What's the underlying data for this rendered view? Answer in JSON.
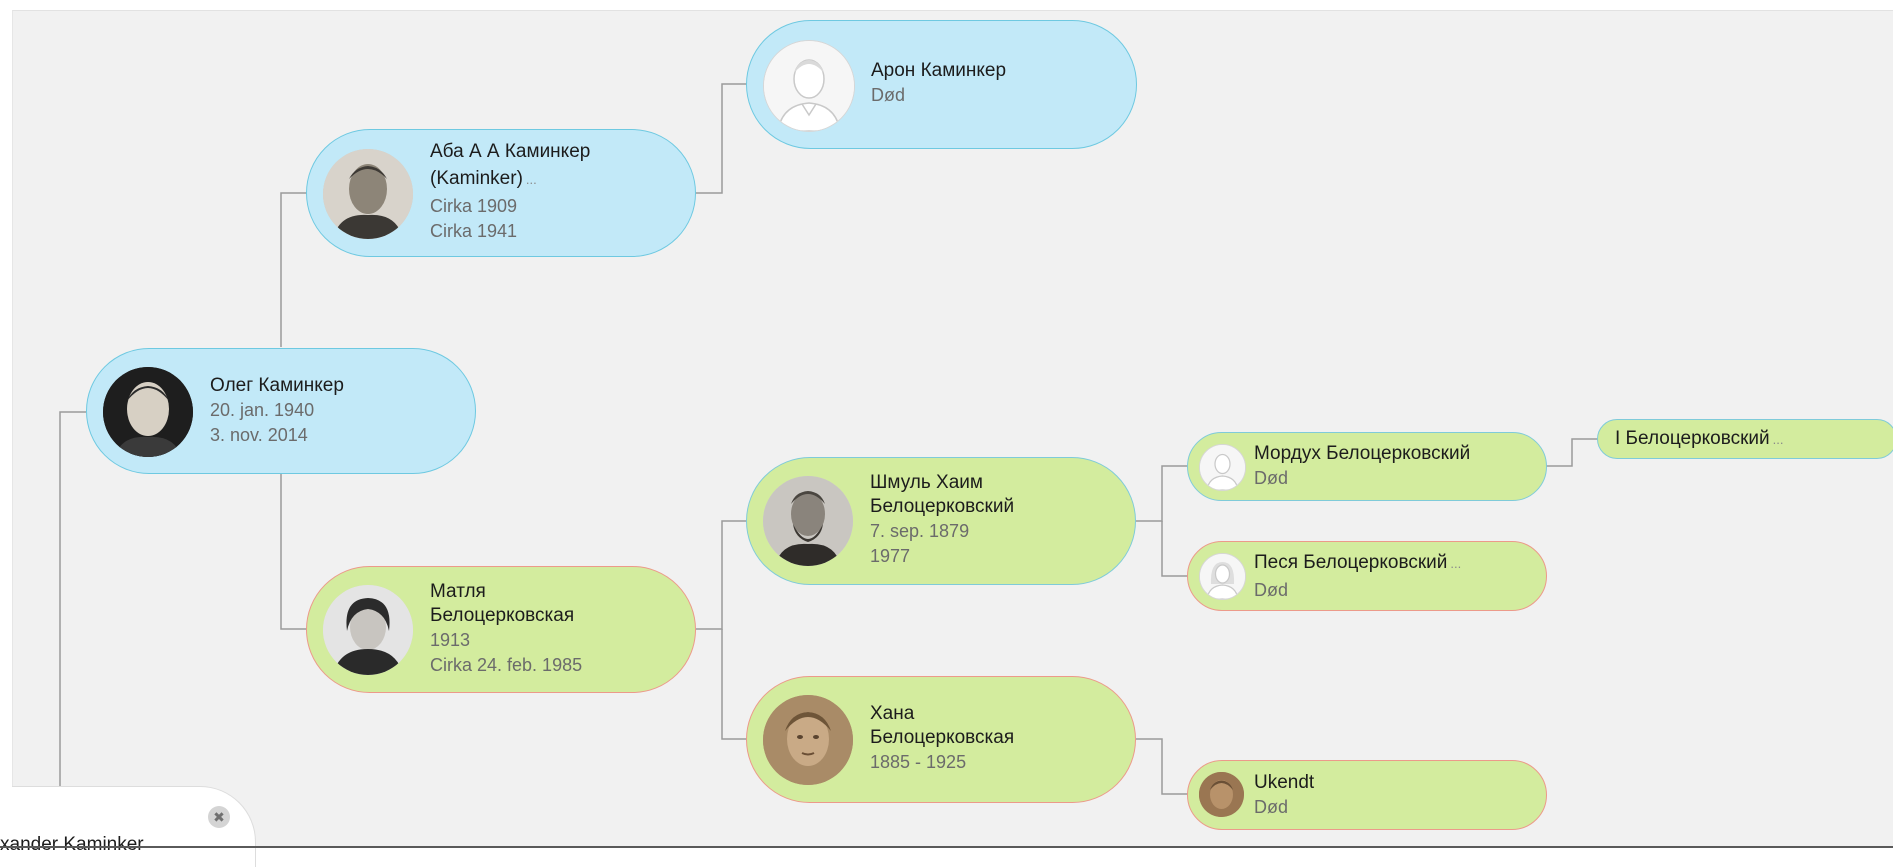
{
  "tree": {
    "people": {
      "oleg": {
        "name": "Олег Каминкер",
        "line1": "20. jan. 1940",
        "line2": "3. nov. 2014"
      },
      "aba": {
        "name_l1": "Аба А А Каминкер",
        "name_l2": "(Kaminker)",
        "more": "...",
        "line1": "Cirka 1909",
        "line2": "Cirka 1941"
      },
      "aron": {
        "name": "Арон Каминкер",
        "line1": "Død"
      },
      "matlya": {
        "name_l1": "Матля",
        "name_l2": "Белоцерковская",
        "line1": "1913",
        "line2": "Cirka 24. feb. 1985"
      },
      "shmul": {
        "name_l1": "Шмуль Хаим",
        "name_l2": "Белоцерковский",
        "line1": "7. sep. 1879",
        "line2": "1977"
      },
      "hana": {
        "name_l1": "Хана",
        "name_l2": "Белоцерковская",
        "line1": "1885 - 1925"
      },
      "mordukh": {
        "name": "Мордух Белоцерковский",
        "line1": "Død"
      },
      "pesya": {
        "name": "Песя Белоцерковский",
        "more": "...",
        "line1": "Død"
      },
      "ukendt": {
        "name": "Ukendt",
        "line1": "Død"
      },
      "i": {
        "name": "I Белоцерковский",
        "more": "..."
      }
    }
  },
  "panel": {
    "name": "xander Kaminker",
    "close_icon": "close-icon"
  },
  "colors": {
    "paternal_box": "#c2e9f8",
    "maternal_box": "#d3ec9e",
    "male_border": "#6ec9e1",
    "female_border": "#ec9a8a",
    "connector": "#9a9a9a"
  }
}
